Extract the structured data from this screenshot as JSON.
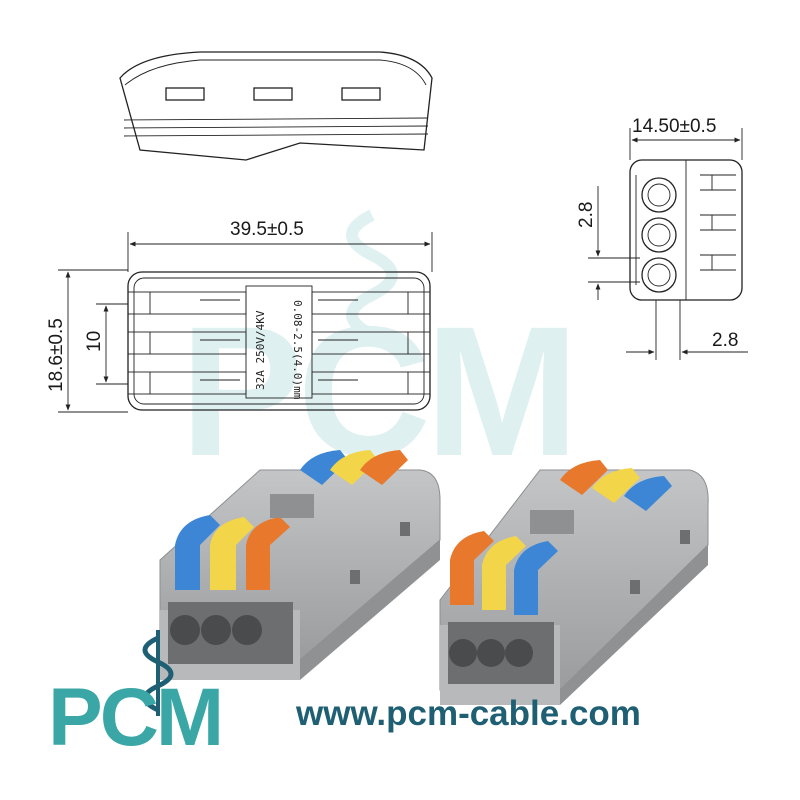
{
  "dimensions": {
    "overall_length": "39.5±0.5",
    "overall_height": "18.6±0.5",
    "pitch": "10",
    "end_width": "14.50±0.5",
    "hole_pitch": "2.8",
    "lever_offset": "2.8"
  },
  "label_left": "32A 250V/4KV",
  "label_right": "0.08-2.5(4.0)mm",
  "brand": {
    "logo_text": "PCM",
    "website": "www.pcm-cable.com",
    "accent_color": "#3aa6a6",
    "dark_color": "#1f5f73"
  },
  "product_colors": {
    "housing": "#a7a9ab",
    "blue": "#3d86d6",
    "yellow": "#f3d54a",
    "orange": "#e8782c"
  }
}
